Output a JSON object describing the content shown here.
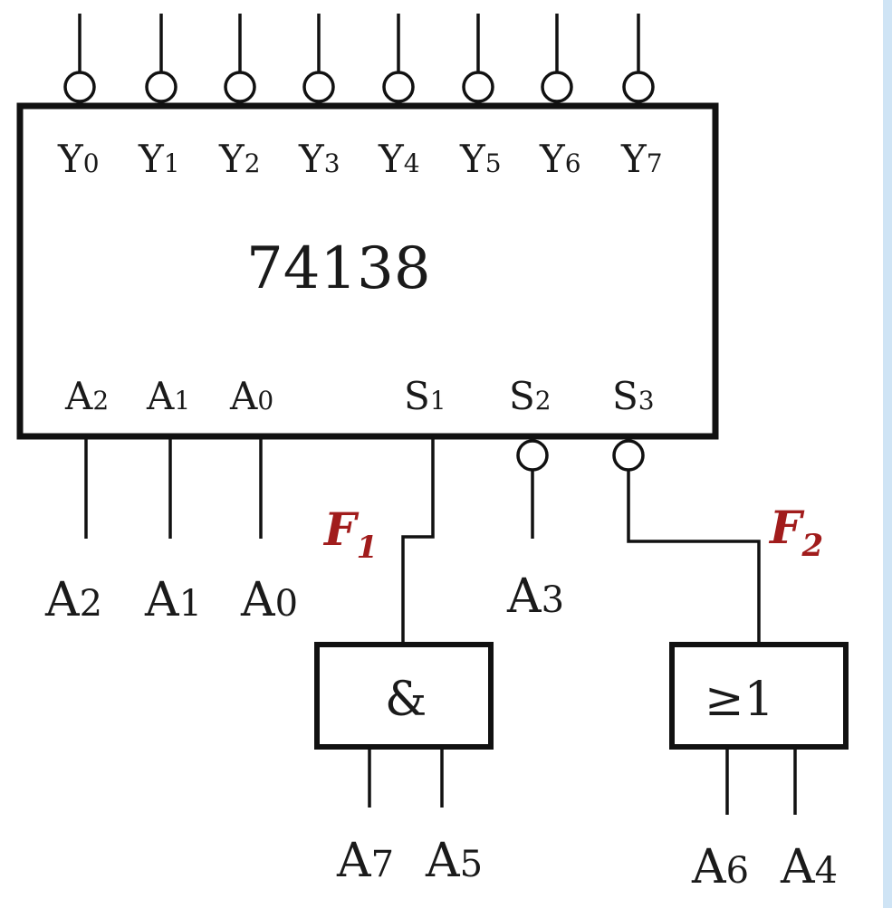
{
  "chip": {
    "name": "74138"
  },
  "outputs": [
    {
      "base": "Y",
      "sub": "0"
    },
    {
      "base": "Y",
      "sub": "1"
    },
    {
      "base": "Y",
      "sub": "2"
    },
    {
      "base": "Y",
      "sub": "3"
    },
    {
      "base": "Y",
      "sub": "4"
    },
    {
      "base": "Y",
      "sub": "5"
    },
    {
      "base": "Y",
      "sub": "6"
    },
    {
      "base": "Y",
      "sub": "7"
    }
  ],
  "inputs": [
    {
      "base": "A",
      "sub": "2"
    },
    {
      "base": "A",
      "sub": "1"
    },
    {
      "base": "A",
      "sub": "0"
    },
    {
      "base": "S",
      "sub": "1"
    },
    {
      "base": "S",
      "sub": "2"
    },
    {
      "base": "S",
      "sub": "3"
    }
  ],
  "external": [
    {
      "base": "A",
      "sub": "2"
    },
    {
      "base": "A",
      "sub": "1"
    },
    {
      "base": "A",
      "sub": "0"
    },
    {
      "base": "A",
      "sub": "3"
    }
  ],
  "and_gate": {
    "symbol": "&",
    "signal": {
      "base": "F",
      "sub": "1"
    },
    "inputs": [
      {
        "base": "A",
        "sub": "7"
      },
      {
        "base": "A",
        "sub": "5"
      }
    ]
  },
  "or_gate": {
    "symbol": "≥1",
    "signal": {
      "base": "F",
      "sub": "2"
    },
    "inputs": [
      {
        "base": "A",
        "sub": "6"
      },
      {
        "base": "A",
        "sub": "4"
      }
    ]
  },
  "colors": {
    "line": "#111111",
    "signal_label": "#a11c1c",
    "edge_tint": "#cfe4f5"
  }
}
